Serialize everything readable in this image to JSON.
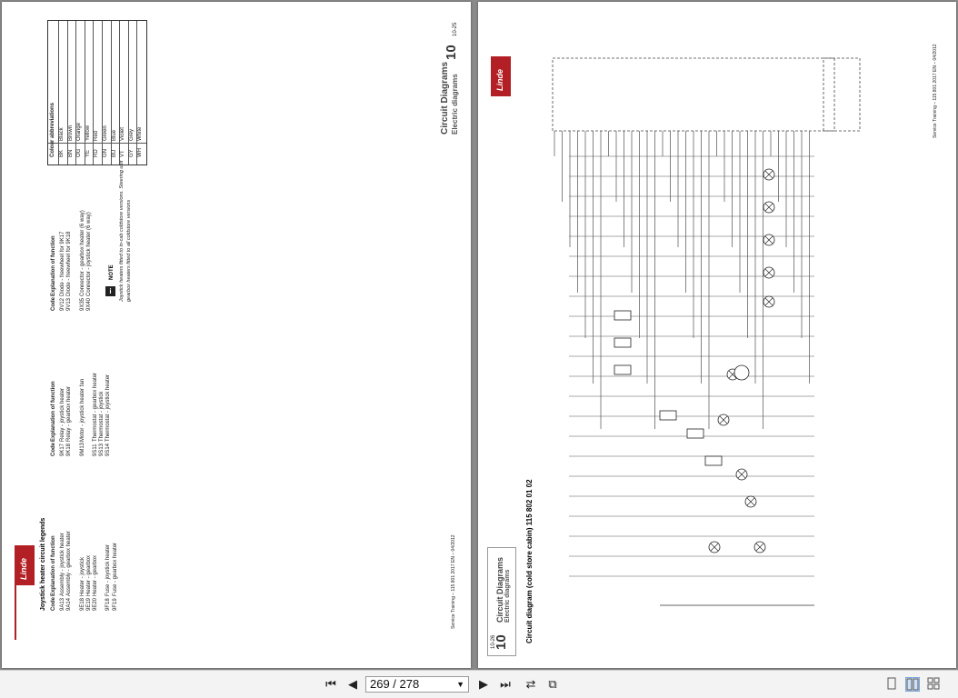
{
  "left_page": {
    "logo": "Linde",
    "tab_number": "10",
    "section_title": "Circuit Diagrams",
    "section_subtitle": "Electric diagrams",
    "page_ref": "10-25",
    "footer": "Service Training – 115 801 2017 EN – 04/2012",
    "heading": "Joystick heater circuit legends",
    "col_code": "Code",
    "col_expl": "Explanation of function",
    "col1": [
      [
        "9A13",
        "Assembly - joystick heater"
      ],
      [
        "9A14",
        "Assembly - gearbox heater"
      ],
      [
        "",
        ""
      ],
      [
        "9E18",
        "Heater - joystick"
      ],
      [
        "9E19",
        "Heater - gearbox"
      ],
      [
        "9E20",
        "Heater - gearbox"
      ],
      [
        "",
        ""
      ],
      [
        "9F18",
        "Fuse - joystick heater"
      ],
      [
        "9F19",
        "Fuse - gearbox heater"
      ]
    ],
    "col2": [
      [
        "9K17",
        "Relay - joystick heater"
      ],
      [
        "9K18",
        "Relay - gearbox heater"
      ],
      [
        "",
        ""
      ],
      [
        "9M13",
        "Motor - joystick heater fan"
      ],
      [
        "",
        ""
      ],
      [
        "9S11",
        "Thermostat - gearbox heater"
      ],
      [
        "9S13",
        "Thermostat - joystick"
      ],
      [
        "9S14",
        "Thermostat - joystick heater"
      ]
    ],
    "col3": [
      [
        "9V12",
        "Diode - freewheel for 9K17"
      ],
      [
        "9V13",
        "Diode - freewheel for 9K18"
      ],
      [
        "",
        ""
      ],
      [
        "9X35",
        "Connector - gearbox heater (6 way)"
      ],
      [
        "9X40",
        "Connector - joystick heater (6 way)"
      ]
    ],
    "note_label": "NOTE",
    "note_text": "Joystick heaters fitted to in-cab coldstore versions. Steering unit gearbox heaters fitted to all coldstore versions",
    "colour_heading": "Colour abbreviations",
    "colours": [
      [
        "BK",
        "Black"
      ],
      [
        "BN",
        "Brown"
      ],
      [
        "OG",
        "Orange"
      ],
      [
        "YE",
        "Yellow"
      ],
      [
        "RD",
        "Red"
      ],
      [
        "GN",
        "Green"
      ],
      [
        "BU",
        "Blue"
      ],
      [
        "VT",
        "Violet"
      ],
      [
        "GY",
        "Grey"
      ],
      [
        "WH",
        "White"
      ]
    ]
  },
  "right_page": {
    "logo": "Linde",
    "tab_number": "10",
    "section_title": "Circuit Diagrams",
    "section_subtitle": "Electric diagrams",
    "diagram_title": "Circuit diagram (cold store cabin) 115 802 01 02",
    "page_ref": "10-26",
    "footer": "Service Training – 115 801 2017 EN – 04/2012"
  },
  "toolbar": {
    "current_page": "269",
    "total_pages": "278",
    "page_display": "269 / 278",
    "icons": [
      "first-page-icon",
      "prev-page-icon",
      "next-page-icon",
      "last-page-icon",
      "go-back-icon",
      "go-forward-icon",
      "single-page-icon",
      "two-page-icon",
      "two-page-continuous-icon"
    ]
  }
}
